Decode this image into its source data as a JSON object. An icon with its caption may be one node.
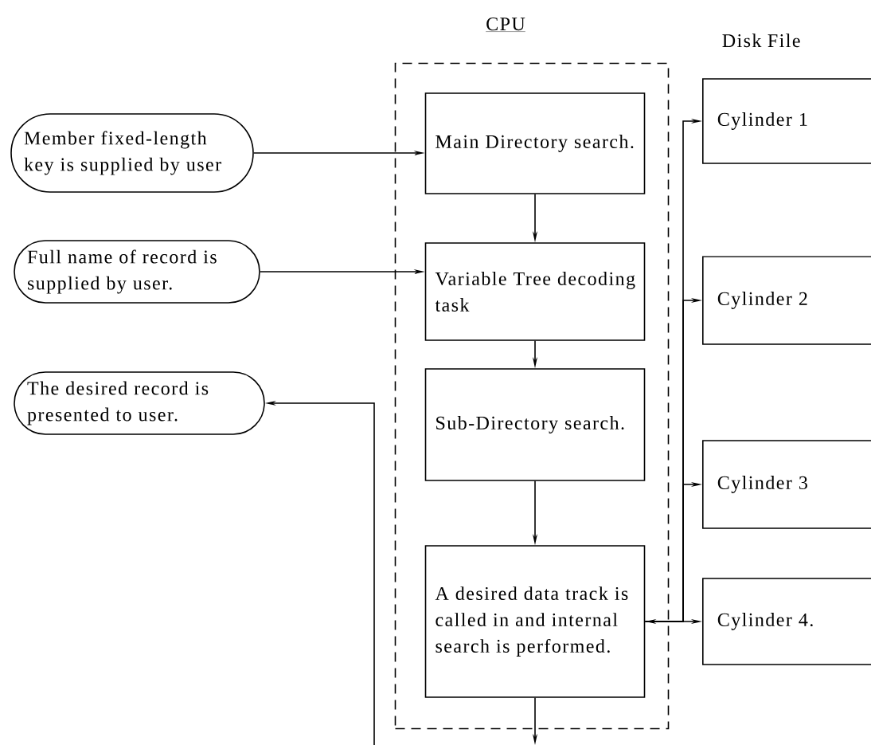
{
  "diagram": {
    "nodes": [
      {
        "text": [
          "CPU"
        ]
      },
      {
        "text": [
          "Member fixed-length key is supplied by user"
        ]
      },
      {
        "text": [
          "Full name of record is supplied by user."
        ]
      },
      {
        "text": [
          "The desired record is presented to user."
        ]
      },
      {
        "text": [
          "Main Directory search."
        ],
        "in": 0
      },
      {
        "text": [
          "Variable Tree decoding task"
        ],
        "in": 0
      },
      {
        "text": [
          "Sub-Directory search."
        ],
        "in": 0
      },
      {
        "text": [
          "A desired data track is called in and internal search is performed."
        ],
        "in": 0
      },
      {
        "text": [
          "Cylinder 1"
        ]
      },
      {
        "text": [
          "Cylinder 2"
        ]
      },
      {
        "text": [
          "Cylinder 3"
        ]
      },
      {
        "text": [
          "Cylinder 4."
        ]
      }
    ],
    "edges": [
      {
        "from": 1,
        "to": 4,
        "arrow": "to"
      },
      {
        "from": 2,
        "to": 5,
        "arrow": "to"
      },
      {
        "from": 4,
        "to": 5,
        "arrow": "to"
      },
      {
        "from": 5,
        "to": 6,
        "arrow": "to"
      },
      {
        "from": 6,
        "to": 7,
        "arrow": "to"
      },
      {
        "from": 7,
        "to": 8,
        "arrow": "to"
      },
      {
        "from": 7,
        "to": 9,
        "arrow": "to"
      },
      {
        "from": 7,
        "to": 10,
        "arrow": "to"
      },
      {
        "from": 7,
        "to": 11,
        "arrow": "both"
      },
      {
        "from": 7,
        "to": null,
        "arrow": "to"
      },
      {
        "from": null,
        "to": 3,
        "arrow": "to"
      }
    ],
    "labels": [
      "Disk File"
    ]
  }
}
